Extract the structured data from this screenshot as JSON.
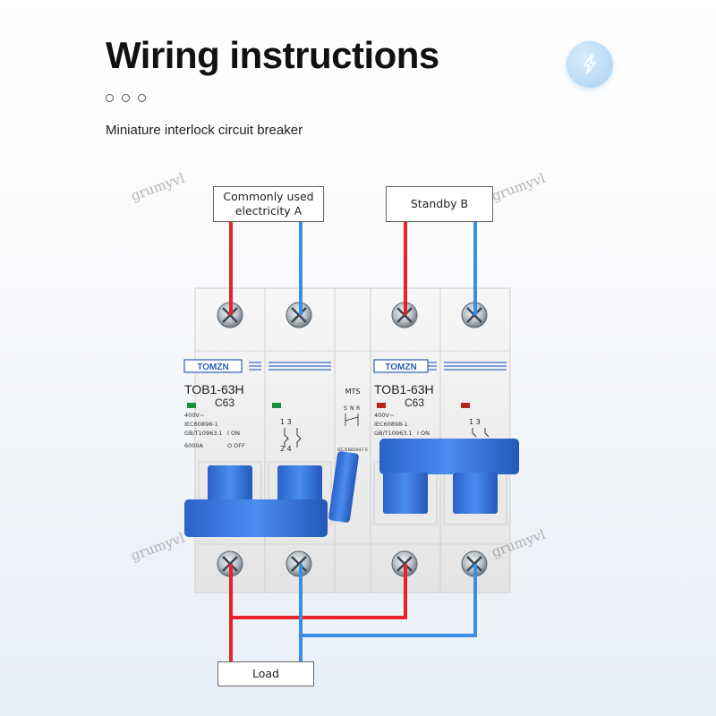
{
  "header": {
    "title": "Wiring instructions",
    "subtitle": "Miniature interlock circuit breaker"
  },
  "labels": {
    "source_a_line1": "Commonly used",
    "source_a_line2": "electricity A",
    "source_b": "Standby B",
    "load": "Load"
  },
  "breaker": {
    "brand": "TOMZN",
    "model": "TOB1-63H",
    "rating": "C63",
    "voltage": "400V~",
    "standard1": "IEC60898-1",
    "standard2": "GB/T10963.1",
    "capacity": "6000A",
    "on_label": "I ON",
    "off_label": "O OFF",
    "terminal_top": "1  3",
    "terminal_bottom": "2  4"
  },
  "mts": {
    "label": "MTS",
    "s_label": "S",
    "n_label": "N",
    "r_label": "R",
    "standard": "IEC/EN60947-6"
  },
  "watermark": "grumyvl",
  "colors": {
    "red_wire": "#e8222a",
    "blue_wire": "#3a8ee6",
    "handle_blue": "#2f6fd6",
    "indicator_green": "#1a8f3a",
    "indicator_red": "#b3261e"
  }
}
